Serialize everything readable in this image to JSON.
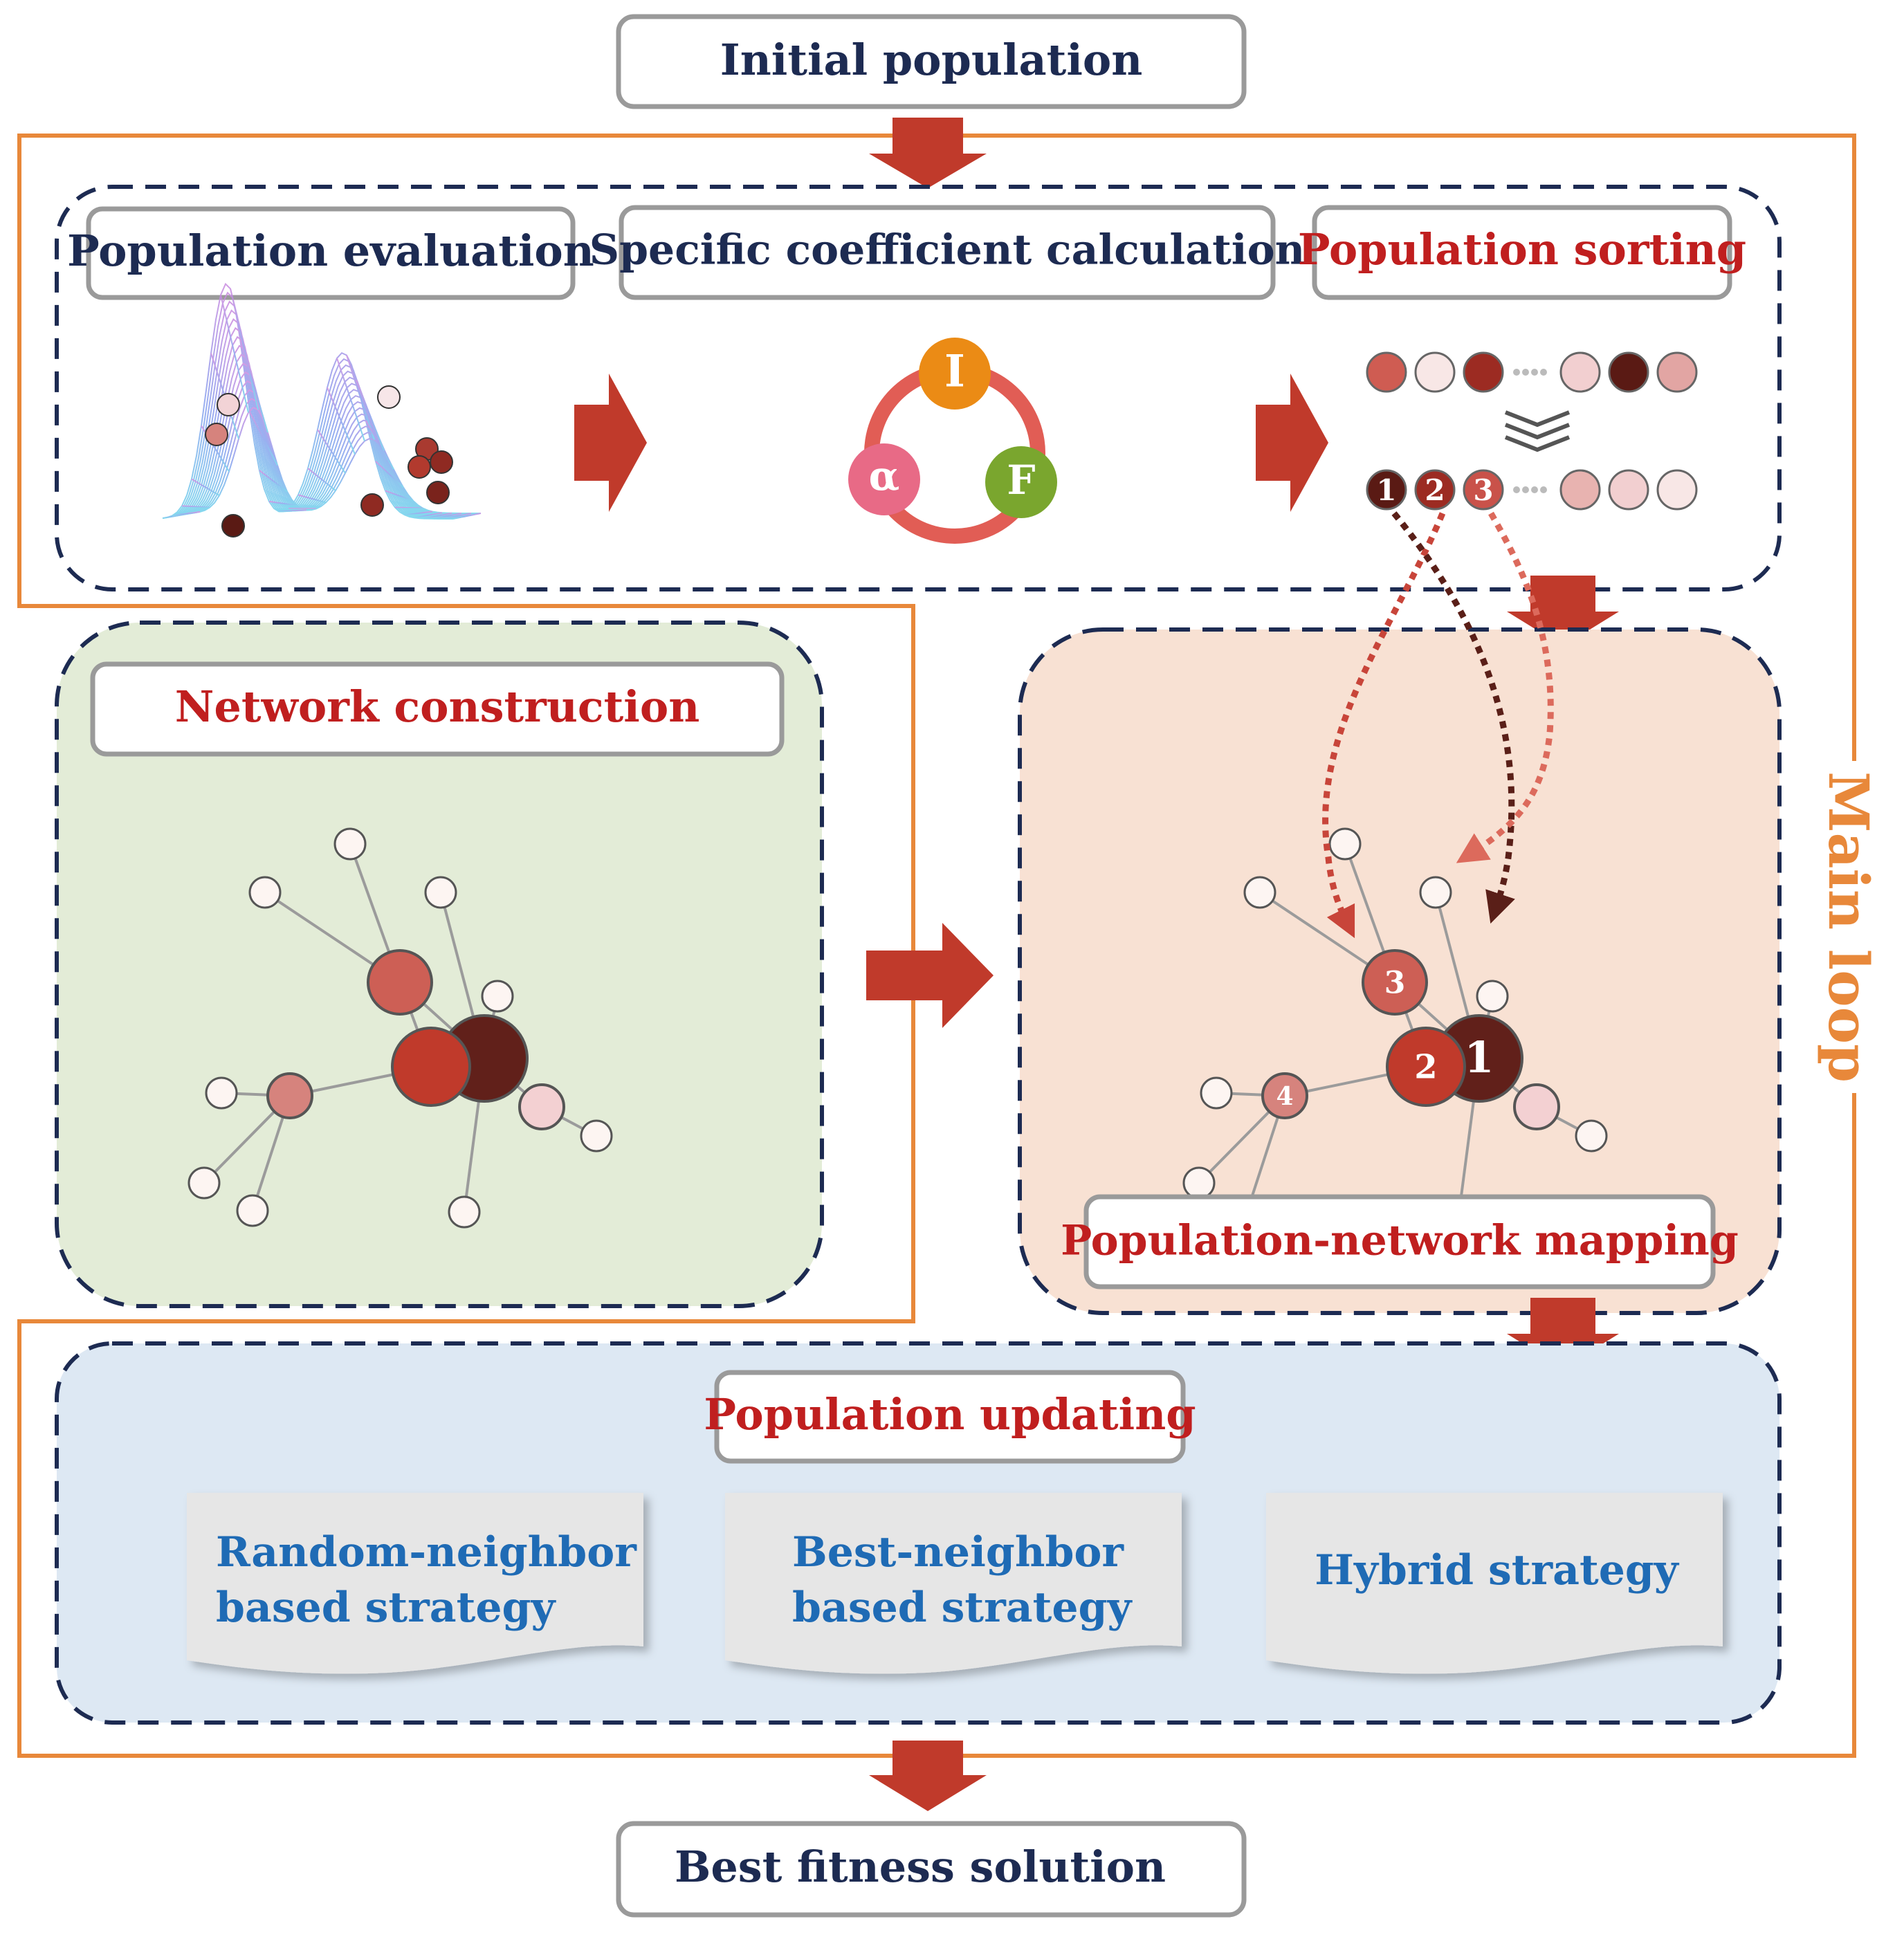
{
  "labels": {
    "initial_population": "Initial population",
    "population_evaluation": "Population evaluation",
    "coefficient_calculation": "Specific coefficient calculation",
    "population_sorting": "Population sorting",
    "network_construction": "Network construction",
    "population_network_mapping": "Population-network mapping",
    "population_updating": "Population updating",
    "main_loop": "Main loop",
    "best_fitness_solution": "Best fitness solution"
  },
  "coefficients": {
    "top": "I",
    "left": "α",
    "right": "F"
  },
  "strategies": [
    {
      "line1": "Random-neighbor",
      "line2": "based strategy"
    },
    {
      "line1": "Best-neighbor",
      "line2": "based strategy"
    },
    {
      "line1": "Hybrid strategy",
      "line2": ""
    }
  ],
  "sorted_ranks": [
    "1",
    "2",
    "3"
  ],
  "mapped_ranks": [
    "1",
    "2",
    "3",
    "4"
  ],
  "colors": {
    "orange_frame": "#e8883a",
    "navy_text": "#1d2b52",
    "red_text": "#c01f1f",
    "blue_text": "#1f6bb5",
    "arrow_red": "#c03a2b",
    "green_panel": "#e3ecd7",
    "peach_panel": "#f8e1d3",
    "blue_panel": "#dde8f3"
  }
}
